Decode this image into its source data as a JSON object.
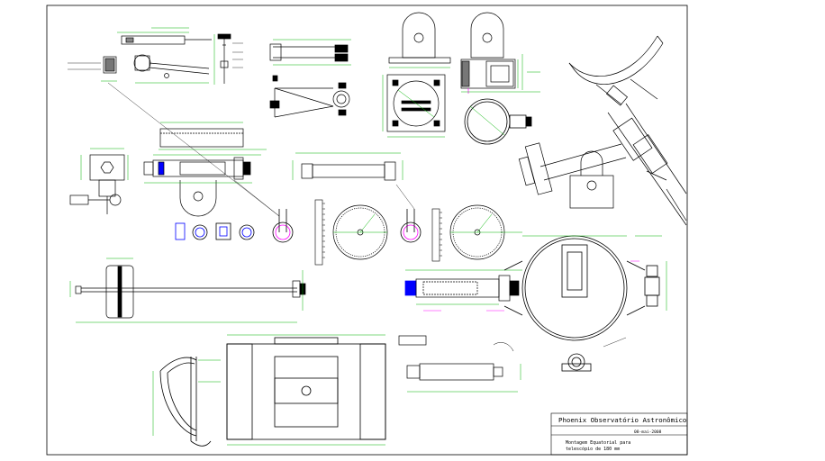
{
  "title_block": {
    "observatory": "Phoenix Observatório Astronômico",
    "date": "08-mai-2008",
    "description_line1": "Montagem Equatorial para",
    "description_line2": "telescópio de 180 mm"
  },
  "colors": {
    "outline": "#000000",
    "dimension": "#00b400",
    "dimension_dark": "#008a00",
    "highlight": "#ff00ff",
    "axis": "#0000ff",
    "hatch": "#555555"
  }
}
